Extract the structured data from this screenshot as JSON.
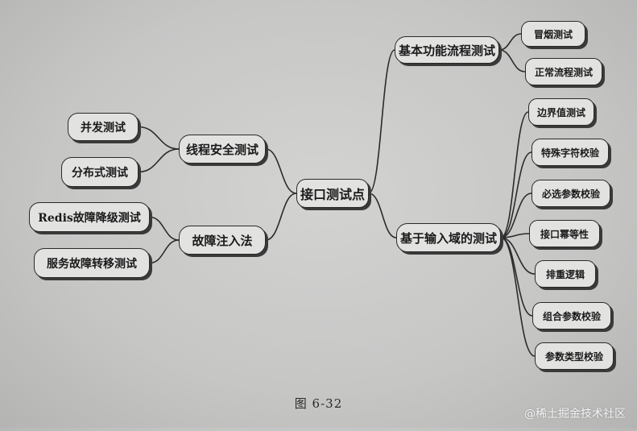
{
  "diagram": {
    "root": "接口测试点",
    "branches": {
      "basic": "基本功能流程测试",
      "input": "基于输入域的测试",
      "thread": "线程安全测试",
      "fault": "故障注入法"
    },
    "leaves": {
      "smoke": "冒烟测试",
      "normal": "正常流程测试",
      "boundary": "边界值测试",
      "special": "特殊字符校验",
      "required": "必选参数校验",
      "idempotent": "接口幂等性",
      "dedup": "排重逻辑",
      "combo": "组合参数校验",
      "paramtype": "参数类型校验",
      "concurrency": "并发测试",
      "distributed": "分布式测试",
      "redis": "Redis故障降级测试",
      "failover": "服务故障转移测试"
    }
  },
  "caption": "图 6-32",
  "watermark": "@稀土掘金技术社区"
}
